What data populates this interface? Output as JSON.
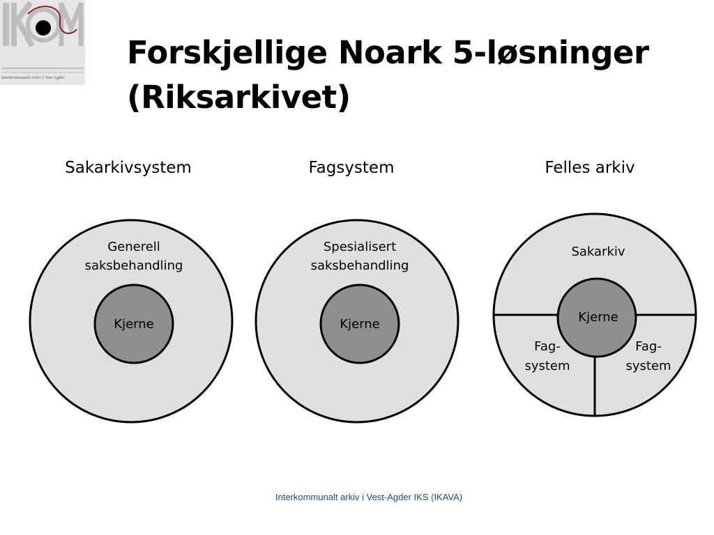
{
  "logo": {
    "icon": "ikava-logo-icon",
    "caption": "InterKommunalt Arkiv i Vest-Agder"
  },
  "title": "Forskjellige Noark 5-løsninger (Riksarkivet)",
  "columns": [
    {
      "heading": "Sakarkivsystem",
      "outer_label_line1": "Generell",
      "outer_label_line2": "saksbehandling",
      "core_label": "Kjerne"
    },
    {
      "heading": "Fagsystem",
      "outer_label_line1": "Spesialisert",
      "outer_label_line2": "saksbehandling",
      "core_label": "Kjerne"
    },
    {
      "heading": "Felles arkiv",
      "top_label": "Sakarkiv",
      "core_label": "Kjerne",
      "left_label_line1": "Fag-",
      "left_label_line2": "system",
      "right_label_line1": "Fag-",
      "right_label_line2": "system"
    }
  ],
  "colors": {
    "outer_fill": "#e0e0e0",
    "core_fill": "#8f8f8f",
    "stroke": "#000000",
    "footer": "#1a4f8a"
  },
  "footer": "Interkommunalt arkiv i Vest-Agder IKS (IKAVA)"
}
